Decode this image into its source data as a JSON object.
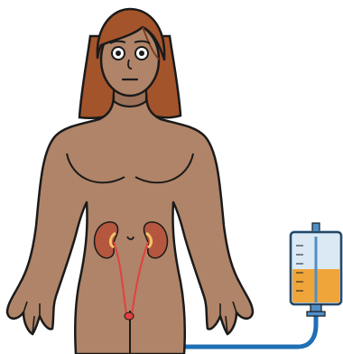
{
  "illustration": {
    "figure": "woman-torso",
    "organs": [
      "left-kidney",
      "right-kidney"
    ],
    "device": "nephrostomy-drainage-bag",
    "colors": {
      "skin": "#b08468",
      "skin_shadow": "#9c7158",
      "hair": "#a4542b",
      "hair_dark": "#7d3d1c",
      "outline": "#1a1a1a",
      "kidney": "#b5573f",
      "kidney_inner": "#f3c26a",
      "ureter": "#e34040",
      "tube": "#1f6fb5",
      "bag_frame": "#4f8fc8",
      "bag_fill": "#f0a53a",
      "bag_empty": "#dbe9f5"
    }
  }
}
